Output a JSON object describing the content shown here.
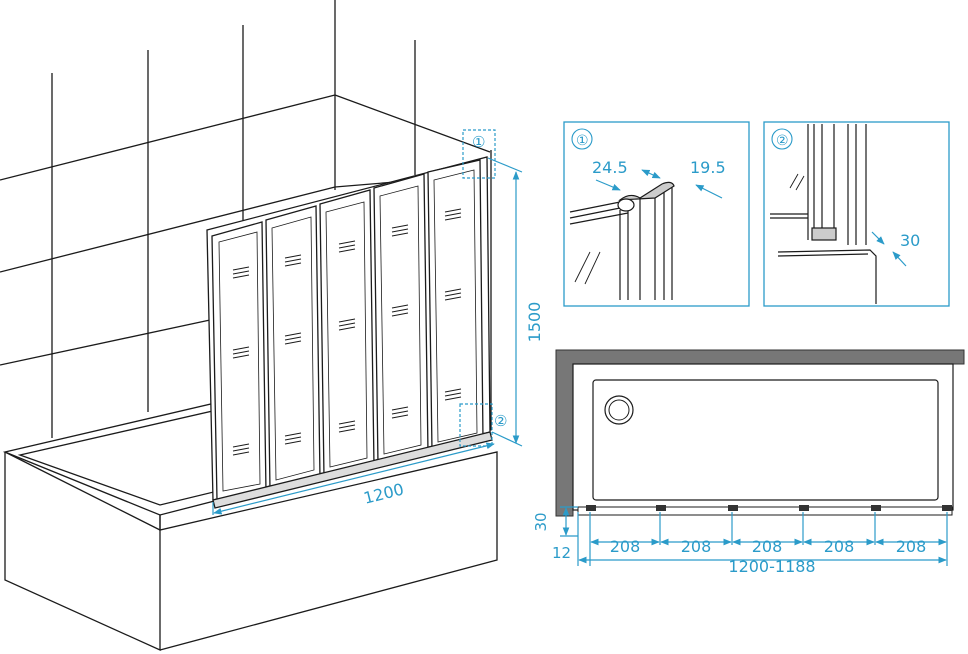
{
  "colors": {
    "line": "#1b1b1b",
    "dimension": "#2b9bc9",
    "wall": "#777777"
  },
  "iso": {
    "height_dim": "1500",
    "width_dim": "1200",
    "callout_top": "①",
    "callout_bottom": "②"
  },
  "detail1": {
    "number": "①",
    "dim_left": "24.5",
    "dim_right": "19.5"
  },
  "detail2": {
    "number": "②",
    "dim": "30"
  },
  "plan": {
    "depth_dim": "30",
    "offset_dim": "12",
    "panel_dims": [
      "208",
      "208",
      "208",
      "208",
      "208"
    ],
    "total_dim": "1200-1188"
  }
}
